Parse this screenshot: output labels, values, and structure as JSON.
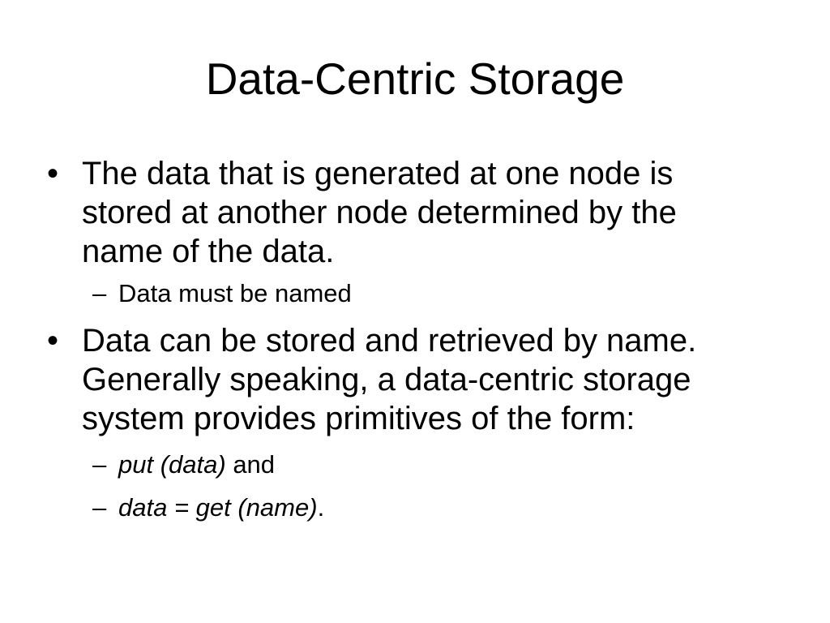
{
  "slide": {
    "title": "Data-Centric Storage",
    "bullets": [
      {
        "marker": "•",
        "lines": [
          "The data that is generated at one node is",
          "stored at another node determined by the",
          "name of the data."
        ],
        "sub": [
          {
            "marker": "–",
            "text": "Data must be named"
          }
        ]
      },
      {
        "marker": "•",
        "lines": [
          "Data can be stored and retrieved by name.",
          "Generally speaking, a data-centric storage",
          "system provides primitives of the form:"
        ],
        "sub": [
          {
            "marker": "–",
            "italic": "put (data)",
            "rest": " and"
          },
          {
            "marker": "–",
            "italic": "data = get (name)",
            "rest": "."
          }
        ]
      }
    ]
  }
}
